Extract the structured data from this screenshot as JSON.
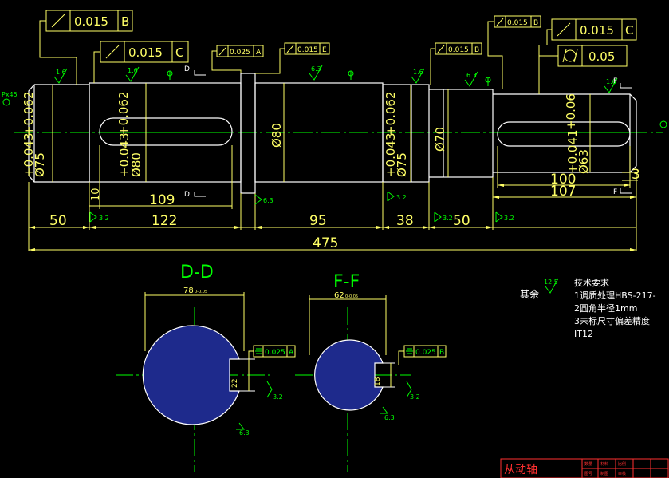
{
  "colors": {
    "outline": "#ffffff",
    "dimension": "#ffff66",
    "center": "#00ff00",
    "hatch": "#1e2a8c",
    "red": "#ff3030",
    "title": "#00ff00"
  },
  "tolerance_frames": [
    {
      "id": "tf1",
      "symbol": "runout",
      "value": "0.015",
      "datum": "B"
    },
    {
      "id": "tf2",
      "symbol": "runout",
      "value": "0.015",
      "datum": "C"
    },
    {
      "id": "tf3",
      "symbol": "runout",
      "value": "0.025",
      "datum": "A"
    },
    {
      "id": "tf4",
      "symbol": "runout",
      "value": "0.015",
      "datum": "E"
    },
    {
      "id": "tf5",
      "symbol": "runout",
      "value": "0.015",
      "datum": "B"
    },
    {
      "id": "tf6",
      "symbol": "runout",
      "value": "0.015",
      "datum": "B"
    },
    {
      "id": "tf7",
      "symbol": "runout",
      "value": "0.015",
      "datum": "C"
    },
    {
      "id": "tf8",
      "symbol": "cylindricity",
      "value": "0.05",
      "datum": ""
    },
    {
      "id": "tf9",
      "symbol": "symmetry",
      "value": "0.025",
      "datum": "A"
    },
    {
      "id": "tf10",
      "symbol": "symmetry",
      "value": "0.025",
      "datum": "B"
    }
  ],
  "diameters": {
    "d75_left": {
      "nominal": "Ø75",
      "upper": "+0.062",
      "lower": "+0.043"
    },
    "d80_key": {
      "nominal": "Ø80",
      "upper": "+0.062",
      "lower": "+0.043"
    },
    "d80": {
      "nominal": "Ø80"
    },
    "d75_right": {
      "nominal": "Ø75",
      "upper": "+0.062",
      "lower": "+0.043"
    },
    "d70": {
      "nominal": "Ø70"
    },
    "d63": {
      "nominal": "Ø63",
      "upper": "+0.06",
      "lower": "+0.041"
    }
  },
  "lengths": {
    "l50a": "50",
    "l122": "122",
    "l95": "95",
    "l38": "38",
    "l50b": "50",
    "l475": "475",
    "l109": "109",
    "l10": "10",
    "l100": "100",
    "l107": "107",
    "l3": "3"
  },
  "roughness": {
    "r16": "1.6",
    "r63": "6.3",
    "r32": "3.2",
    "r125": "12.5"
  },
  "section_marks": {
    "d": "D",
    "f": "F"
  },
  "chamfer_label": "Px45",
  "sections": {
    "dd": {
      "title": "D-D",
      "dim": "78",
      "dim_sub": "0-0.05",
      "depth": "22"
    },
    "ff": {
      "title": "F-F",
      "dim": "62",
      "dim_sub": "0-0.05",
      "depth": "18"
    }
  },
  "notes": {
    "remainder": "其余",
    "heading": "技术要求",
    "lines": [
      "1调质处理HBS-217-",
      "2圆角半径1mm",
      "3未标尺寸偏差精度",
      "IT12"
    ]
  },
  "title_block": {
    "part_name": "从动轴",
    "cells": [
      "数量",
      "材料",
      "比例",
      "图号",
      "制图",
      "审核"
    ]
  }
}
